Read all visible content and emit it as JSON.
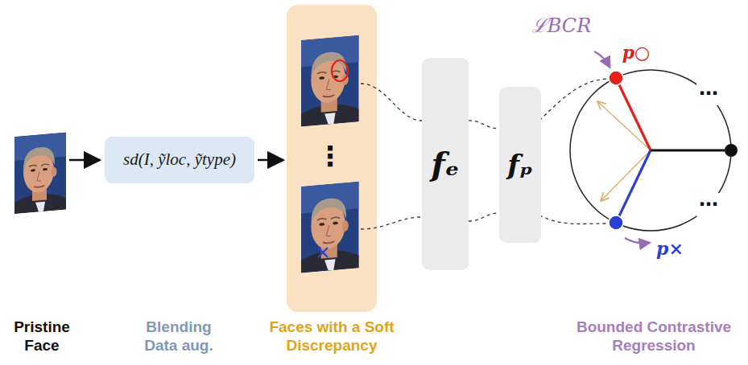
{
  "diagram": {
    "nodes": [
      {
        "text": [
          "sd(I, ỹloc, ỹtype)"
        ]
      },
      {
        "text": [
          "fₑ"
        ]
      },
      {
        "text": [
          "fₚ"
        ]
      }
    ],
    "edges": [
      {
        "from": 1,
        "to": 2,
        "arrow": "none"
      },
      {
        "from": 1,
        "to": 2,
        "arrow": "none"
      }
    ],
    "labels": [
      "ℒBCR",
      "p○",
      "⋮",
      "⋯",
      "⋯",
      "p×",
      "Pristine Face",
      "Blending Data aug.",
      "Faces with a Soft Discrepancy",
      "Bounded Contrastive Regression"
    ]
  }
}
